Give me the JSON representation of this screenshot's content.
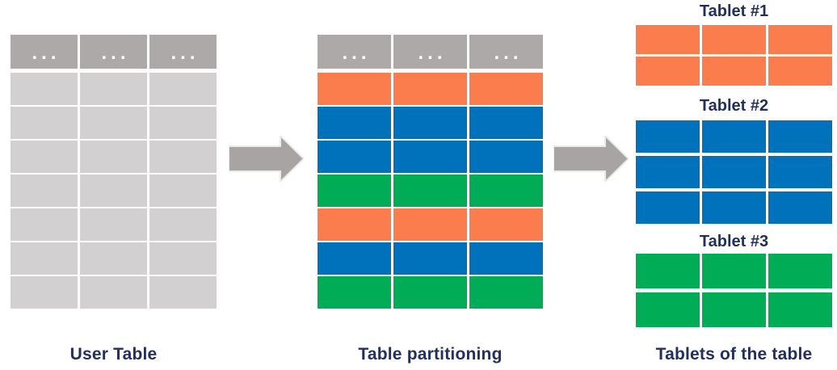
{
  "colors": {
    "orange": "#FB7C4D",
    "blue": "#0071BB",
    "green": "#00AD57",
    "header_gray": "#ACA9A8",
    "cell_gray": "#D2D0D0",
    "arrow_gray": "#A8A4A3",
    "label_navy": "#232F5D"
  },
  "user_table": {
    "caption": "User Table",
    "header_ellipsis": "...",
    "columns": 3,
    "rows": [
      "gray",
      "gray",
      "gray",
      "gray",
      "gray",
      "gray",
      "gray"
    ]
  },
  "partitioned_table": {
    "caption": "Table partitioning",
    "header_ellipsis": "...",
    "columns": 3,
    "rows": [
      "orange",
      "blue",
      "blue",
      "green",
      "orange",
      "blue",
      "green"
    ]
  },
  "tablets": {
    "caption": "Tablets of the table",
    "items": [
      {
        "label": "Tablet #1",
        "color": "orange",
        "rows": 2,
        "columns": 3
      },
      {
        "label": "Tablet #2",
        "color": "blue",
        "rows": 3,
        "columns": 3
      },
      {
        "label": "Tablet #3",
        "color": "green",
        "rows": 2,
        "columns": 3
      }
    ]
  }
}
